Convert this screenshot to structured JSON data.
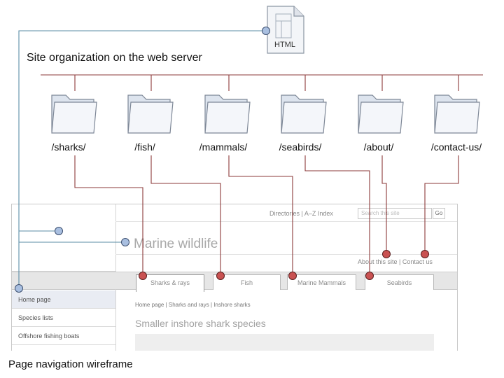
{
  "document": {
    "label": "HTML",
    "icon": "html-document-icon"
  },
  "server_heading": "Site organization on the web server",
  "folders": [
    {
      "label": "/sharks/",
      "icon": "folder-icon"
    },
    {
      "label": "/fish/",
      "icon": "folder-icon"
    },
    {
      "label": "/mammals/",
      "icon": "folder-icon"
    },
    {
      "label": "/seabirds/",
      "icon": "folder-icon"
    },
    {
      "label": "/about/",
      "icon": "folder-icon"
    },
    {
      "label": "/contact-us/",
      "icon": "folder-icon"
    }
  ],
  "wireframe": {
    "top_links": "Directories  |  A–Z Index",
    "search_placeholder": "Search this site",
    "go_label": "Go",
    "site_title": "Marine wildlife",
    "utility_links": "About this site  |  Contact us",
    "tabs": [
      "Sharks & rays",
      "Fish",
      "Marine Mammals",
      "Seabirds"
    ],
    "sidebar": [
      "Home page",
      "Species lists",
      "Offshore fishing boats"
    ],
    "breadcrumb": "Home page  |  Sharks and rays  |  Inshore sharks",
    "page_title": "Smaller inshore shark species"
  },
  "wireframe_caption": "Page navigation wireframe",
  "colors": {
    "nav_line": "#5b8ca6",
    "server_line": "#8b3a3a",
    "blue_dot": "#a9bfe0",
    "red_dot": "#c95252"
  }
}
